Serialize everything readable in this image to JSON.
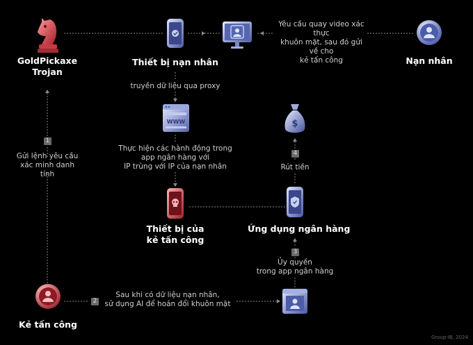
{
  "nodes": {
    "trojan": "GoldPickaxe\nTrojan",
    "victim_device": "Thiết bị nạn nhân",
    "victim": "Nạn nhân",
    "attacker_device": "Thiết bị của\nkẻ tấn công",
    "bank_app": "Ứng dụng ngân hàng",
    "attacker": "Kẻ tấn công"
  },
  "labels": {
    "video_request": "Yêu cầu quay video xác thực\nkhuôn mặt, sau đó gửi về cho\nkẻ tấn công",
    "proxy": "truyền dữ liệu qua proxy",
    "actions": "Thực hiện các hành động trong\napp ngân hàng với\nIP trùng với IP của nạn nhân",
    "step1": "Gửi lệnh yêu cầu\nxác minh danh tính",
    "step2": "Sau khi có dữ liệu nạn nhân,\nsử dụng AI để hoán đổi khuôn mặt",
    "step3": "Ủy quyền\ntrong app ngân hàng",
    "step4": "Rút tiền"
  },
  "steps": {
    "n1": "1",
    "n2": "2",
    "n3": "3",
    "n4": "4"
  },
  "icons": {
    "trojan": "chess-knight-icon",
    "victim_device": "smartphone-icon",
    "monitor": "face-scan-monitor-icon",
    "victim": "user-avatar-icon",
    "browser": "www-browser-icon",
    "money": "money-bag-icon",
    "attacker_device": "skull-smartphone-icon",
    "bank_app": "bank-app-smartphone-icon",
    "attacker": "attacker-avatar-icon",
    "face_swap": "face-swap-window-icon"
  },
  "colors": {
    "background": "#000000",
    "red": "#c83a3a",
    "blue": "#8a9bd6"
  },
  "watermark": "Group-IB, 2024"
}
